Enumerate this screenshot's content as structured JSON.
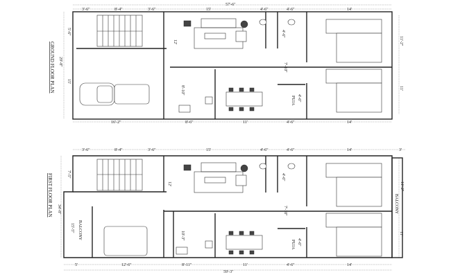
{
  "ground_floor": {
    "title": "GROUND FLOOR PLAN",
    "overall_top": "57'-6\"",
    "top_dims": [
      "3'-6\"",
      "8'-4\"",
      "3'-6\"",
      "15'",
      "4'-6\"",
      "4'-6\"",
      "14'"
    ],
    "bottom_dims": [
      "16'-2\"",
      "8'-6\"",
      "11'",
      "4'-6\"",
      "14'"
    ],
    "left_dims": [
      "5'-6\"",
      "15'",
      "29'-8\""
    ],
    "right_dims": [
      "11'-2\"",
      "11'"
    ],
    "interior": {
      "living": "12'",
      "toilet": "4'-6\"",
      "passage": "7'-10\"",
      "kitchen": "8'-10\"",
      "puja_dim": "4'-6\"",
      "puja": "PUJA"
    }
  },
  "first_floor": {
    "title": "FIRST FLOOR PLAN",
    "overall_bottom": "59'-3\"",
    "top_dims": [
      "3'-6\"",
      "8'-4\"",
      "3'-6\"",
      "15'",
      "4'-6\"",
      "4'-6\"",
      "14'",
      "3'"
    ],
    "bottom_dims": [
      "5'",
      "12'-6\"",
      "8'-11\"",
      "11'",
      "4'-6\"",
      "14'"
    ],
    "left_dims": [
      "7'-5\"",
      "34'-8\"",
      "15'-5\""
    ],
    "right_dims": [
      "11'-2\"",
      "11'"
    ],
    "balcony_left": "BALCONY",
    "balcony_right": "BALCONY",
    "interior": {
      "living": "12'",
      "toilet": "4'-6\"",
      "passage": "7'-10\"",
      "kitchen": "10'-3\"",
      "puja_dim": "4'-6\"",
      "puja": "PUJA"
    }
  }
}
